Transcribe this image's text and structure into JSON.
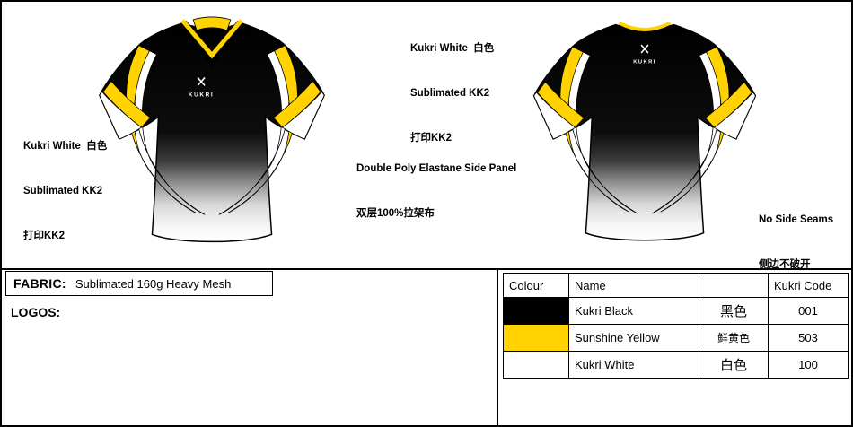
{
  "brand": "KUKRI",
  "colors": {
    "black": "#000000",
    "yellow": "#ffd200",
    "white": "#ffffff"
  },
  "annotations": {
    "top": {
      "l1": "Kukri White  白色",
      "l2": "Sublimated KK2",
      "l3": "打印KK2"
    },
    "left": {
      "l1": "Kukri White  白色",
      "l2": "Sublimated KK2",
      "l3": "打印KK2"
    },
    "center": {
      "l1": "Double Poly Elastane Side Panel",
      "l2": "双层100%拉架布"
    },
    "right": {
      "l1": "No Side Seams",
      "l2": "侧边不破开"
    }
  },
  "fabric": {
    "label": "FABRIC:",
    "value": "Sublimated 160g Heavy Mesh"
  },
  "logos_label": "LOGOS:",
  "table": {
    "headers": {
      "colour": "Colour",
      "name": "Name",
      "cn": "",
      "code": "Kukri Code"
    },
    "rows": [
      {
        "color": "#000000",
        "name": "Kukri Black",
        "cn": "黑色",
        "code": "001"
      },
      {
        "color": "#ffd200",
        "name": "Sunshine Yellow",
        "cn": "鲜黄色",
        "code": "503"
      },
      {
        "color": "#ffffff",
        "name": "Kukri White",
        "cn": "白色",
        "code": "100"
      }
    ]
  }
}
